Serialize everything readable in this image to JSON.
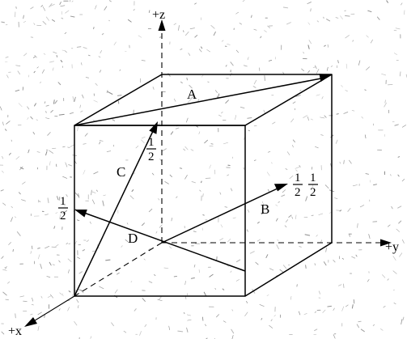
{
  "diagram": {
    "axes": {
      "z": "+z",
      "y": "+y",
      "x": "+x"
    },
    "vectors": {
      "a": "A",
      "b": "B",
      "c": "C",
      "d": "D"
    },
    "fractions": {
      "c_mid": {
        "num": "1",
        "den": "2"
      },
      "d_left": {
        "num": "1",
        "den": "2"
      },
      "b_tip_1": {
        "num": "1",
        "den": "2"
      },
      "b_tip_2": {
        "num": "1",
        "den": "2"
      }
    },
    "colors": {
      "ink": "#000000",
      "paper": "#ffffff",
      "speckle": "#6b6b6b"
    }
  }
}
